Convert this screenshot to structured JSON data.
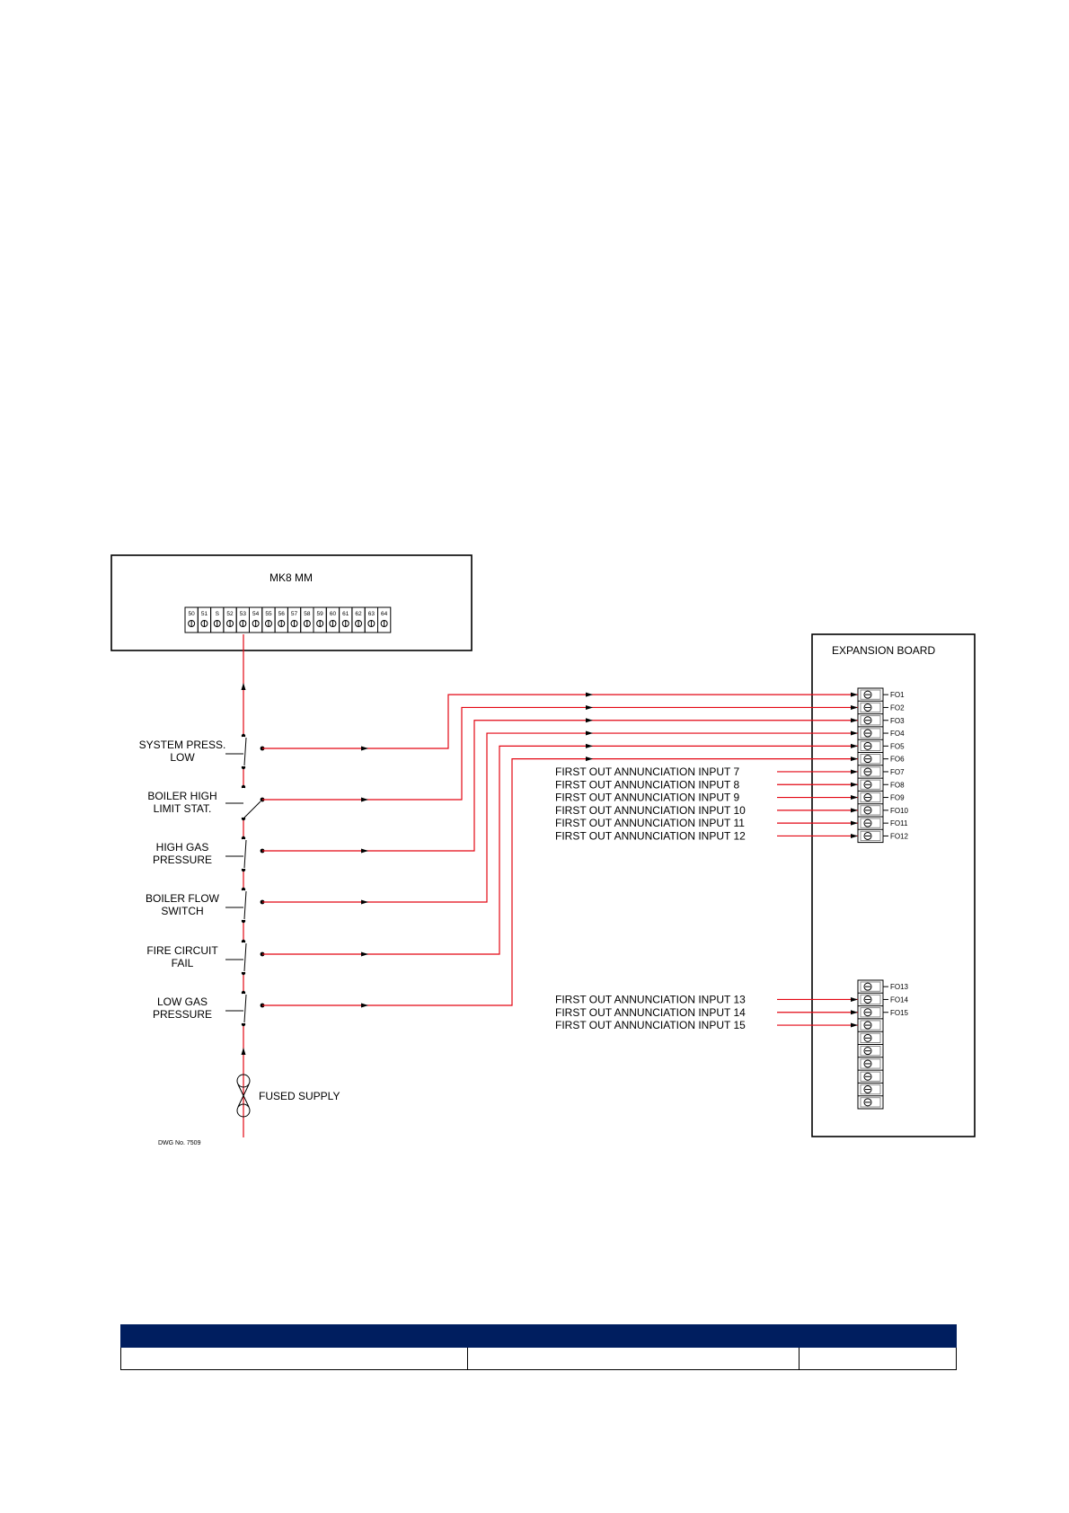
{
  "diagram": {
    "mm_label": "MK8 MM",
    "mm_terminals": [
      "50",
      "51",
      "S",
      "52",
      "53",
      "54",
      "55",
      "56",
      "57",
      "58",
      "59",
      "60",
      "61",
      "62",
      "63",
      "64"
    ],
    "expansion_label": "EXPANSION BOARD",
    "switches": [
      {
        "line1": "SYSTEM PRESS.",
        "line2": "LOW"
      },
      {
        "line1": "BOILER HIGH",
        "line2": "LIMIT STAT."
      },
      {
        "line1": "HIGH GAS",
        "line2": "PRESSURE"
      },
      {
        "line1": "BOILER FLOW",
        "line2": "SWITCH"
      },
      {
        "line1": "FIRE CIRCUIT",
        "line2": "FAIL"
      },
      {
        "line1": "LOW GAS",
        "line2": "PRESSURE"
      }
    ],
    "fo_terminals_top": [
      "FO1",
      "FO2",
      "FO3",
      "FO4",
      "FO5",
      "FO6",
      "FO7",
      "FO8",
      "FO9",
      "FO10",
      "FO11",
      "FO12"
    ],
    "fo_inputs_top": [
      "FIRST OUT ANNUNCIATION INPUT 7",
      "FIRST OUT ANNUNCIATION INPUT 8",
      "FIRST OUT ANNUNCIATION INPUT 9",
      "FIRST OUT ANNUNCIATION INPUT 10",
      "FIRST OUT ANNUNCIATION INPUT 11",
      "FIRST OUT ANNUNCIATION INPUT 12"
    ],
    "fo_terminals_bottom": [
      "FO13",
      "FO14",
      "FO15"
    ],
    "fo_inputs_bottom": [
      "FIRST OUT ANNUNCIATION INPUT 13",
      "FIRST OUT ANNUNCIATION INPUT 14",
      "FIRST OUT ANNUNCIATION INPUT 15"
    ],
    "supply_label": "FUSED SUPPLY",
    "dwg_no": "DWG No. 7509"
  },
  "colors": {
    "wire": "#e30613",
    "table_header": "#001e5f"
  }
}
